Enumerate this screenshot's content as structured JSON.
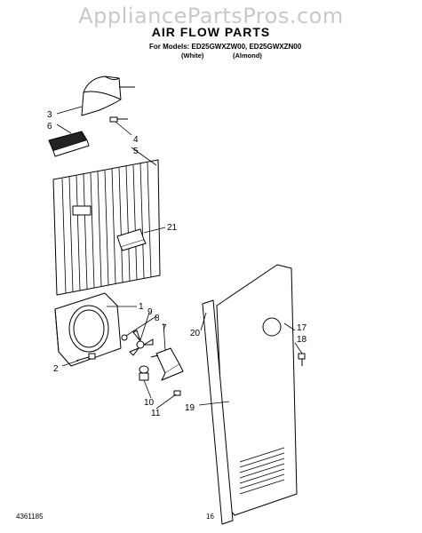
{
  "watermark": "AppliancePartsPros.com",
  "title": "AIR FLOW PARTS",
  "models_line": "For Models: ED25GWXZW00, ED25GWXZN00",
  "variants": [
    "(White)",
    "(Almond)"
  ],
  "part_labels": [
    "3",
    "6",
    "4",
    "5",
    "21",
    "1",
    "9",
    "8",
    "7",
    "20",
    "17",
    "18",
    "2",
    "10",
    "11",
    "19"
  ],
  "footer": {
    "doc_number": "4361185",
    "page": "16"
  }
}
